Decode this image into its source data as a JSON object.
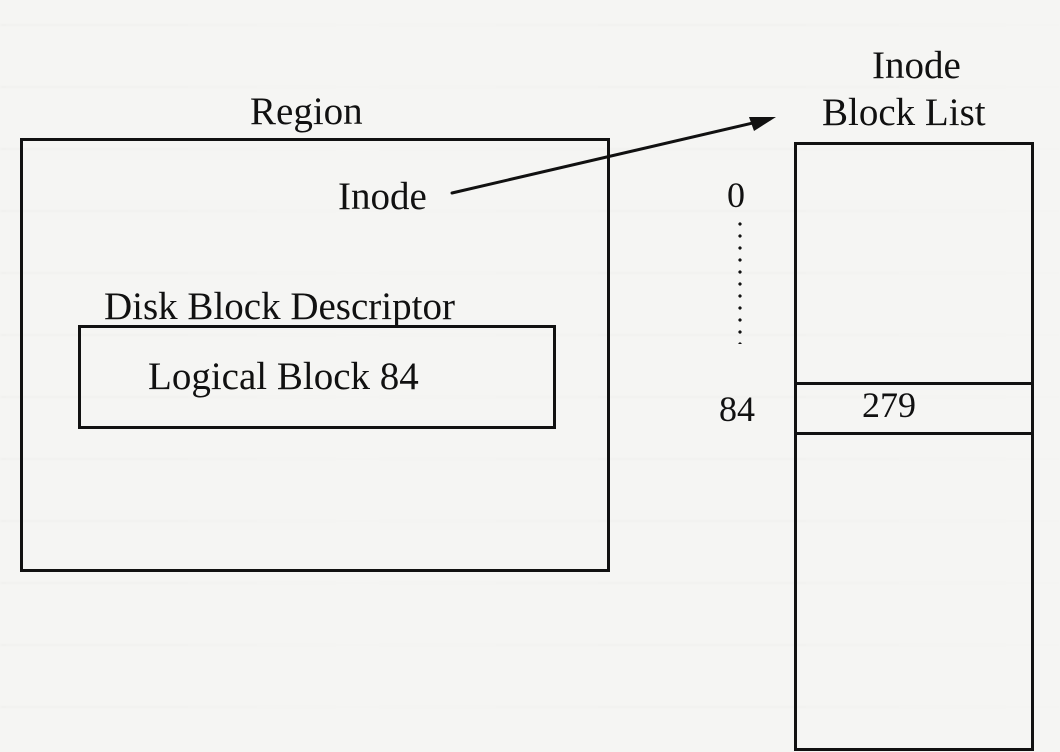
{
  "diagram": {
    "region": {
      "title": "Region",
      "inode_label": "Inode",
      "disk_block_descriptor_title": "Disk Block Descriptor",
      "logical_block_label": "Logical Block 84"
    },
    "inode_block_list": {
      "title_line_1": "Inode",
      "title_line_2": "Block List",
      "index_start": "0",
      "index_84": "84",
      "value_84": "279"
    }
  }
}
